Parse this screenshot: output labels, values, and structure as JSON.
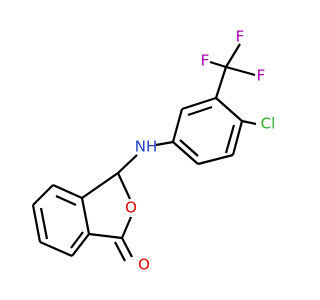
{
  "molecule": {
    "atoms": {
      "F_top": {
        "label": "F",
        "color": "#b000b0"
      },
      "F_left": {
        "label": "F",
        "color": "#b000b0"
      },
      "F_right": {
        "label": "F",
        "color": "#b000b0"
      },
      "Cl": {
        "label": "Cl",
        "color": "#2db32d"
      },
      "NH": {
        "label": "NH",
        "color": "#1f3fbf"
      },
      "O_ring": {
        "label": "O",
        "color": "#e00000"
      },
      "O_carbonyl": {
        "label": "O",
        "color": "#e00000"
      }
    },
    "bond_color": "#000000"
  }
}
